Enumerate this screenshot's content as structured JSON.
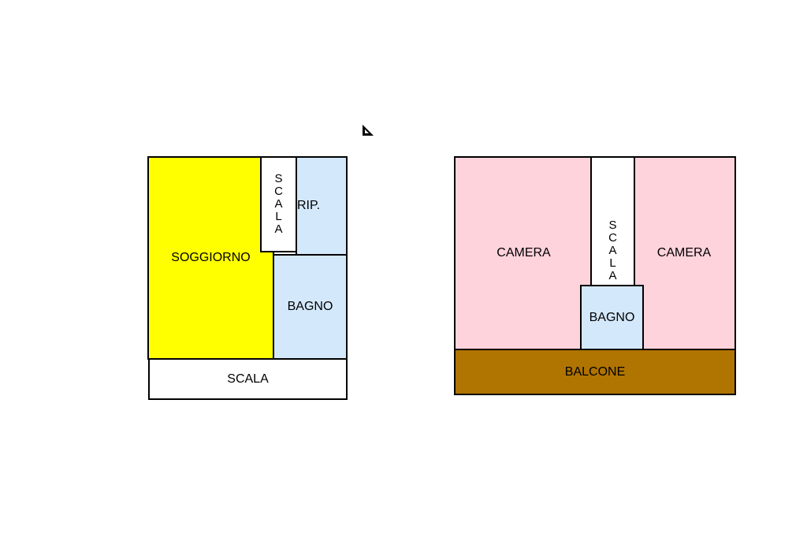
{
  "plan_left": {
    "soggiorno": {
      "label": "SOGGIORNO",
      "color": "#ffff00"
    },
    "scala_vertical": {
      "label": "SCALA"
    },
    "ripostiglio": {
      "label": "RIP.",
      "color": "#d4e8fb"
    },
    "bagno": {
      "label": "BAGNO",
      "color": "#d4e8fb"
    },
    "scala_bottom": {
      "label": "SCALA",
      "color": "#ffffff"
    }
  },
  "plan_right": {
    "camera_left": {
      "label": "CAMERA",
      "color": "#ffd3dc"
    },
    "scala_vertical": {
      "label": "SCALA"
    },
    "camera_right": {
      "label": "CAMERA",
      "color": "#ffd3dc"
    },
    "bagno": {
      "label": "BAGNO",
      "color": "#d4e8fb"
    },
    "balcone": {
      "label": "BALCONE",
      "color": "#b07400"
    }
  },
  "cursor": {
    "icon": "set-square-cursor-icon"
  }
}
